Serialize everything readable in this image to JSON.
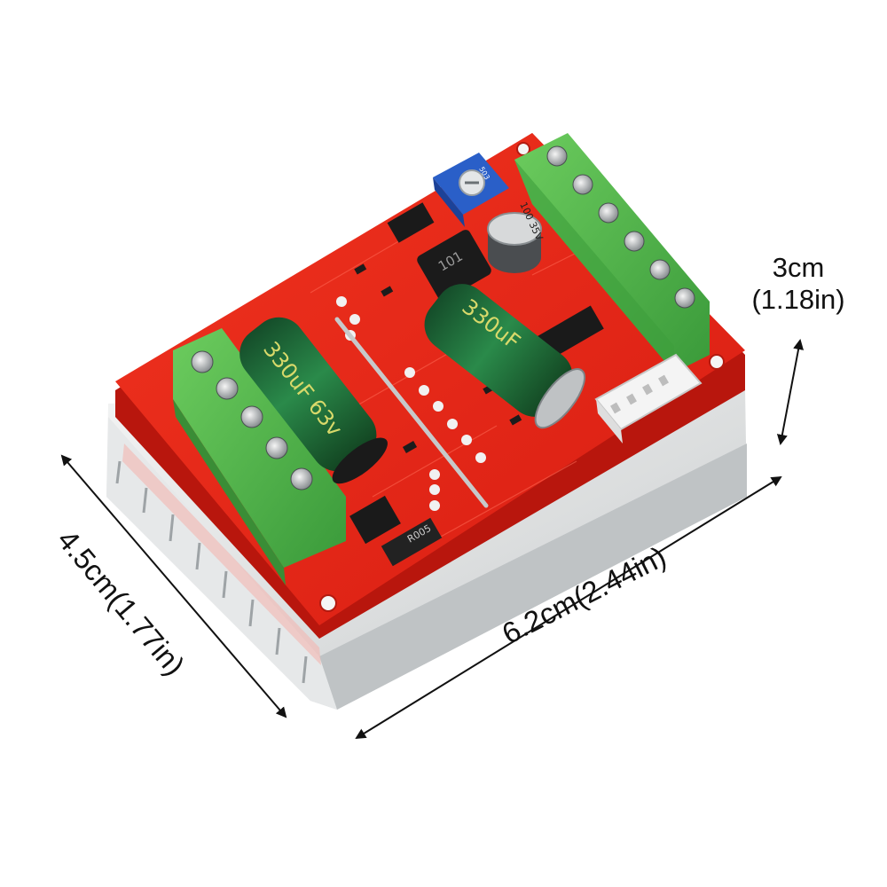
{
  "dimensions": {
    "height_cm": "3cm",
    "height_in": "(1.18in)",
    "width_label": "6.2cm(2.44in)",
    "depth_label": "4.5cm(1.77in)"
  },
  "board_markings": {
    "capacitor_left": "330uF 63v",
    "capacitor_right": "330uF",
    "small_capacitor": "100 35V",
    "inductor": "101",
    "resistor": "R005",
    "potentiometer": "503"
  },
  "colors": {
    "pcb": "#e8281c",
    "terminal": "#4fb84a",
    "capacitor": "#1f6b3a",
    "heatsink": "#d9dbdc",
    "trimpot": "#2a5fc8"
  }
}
